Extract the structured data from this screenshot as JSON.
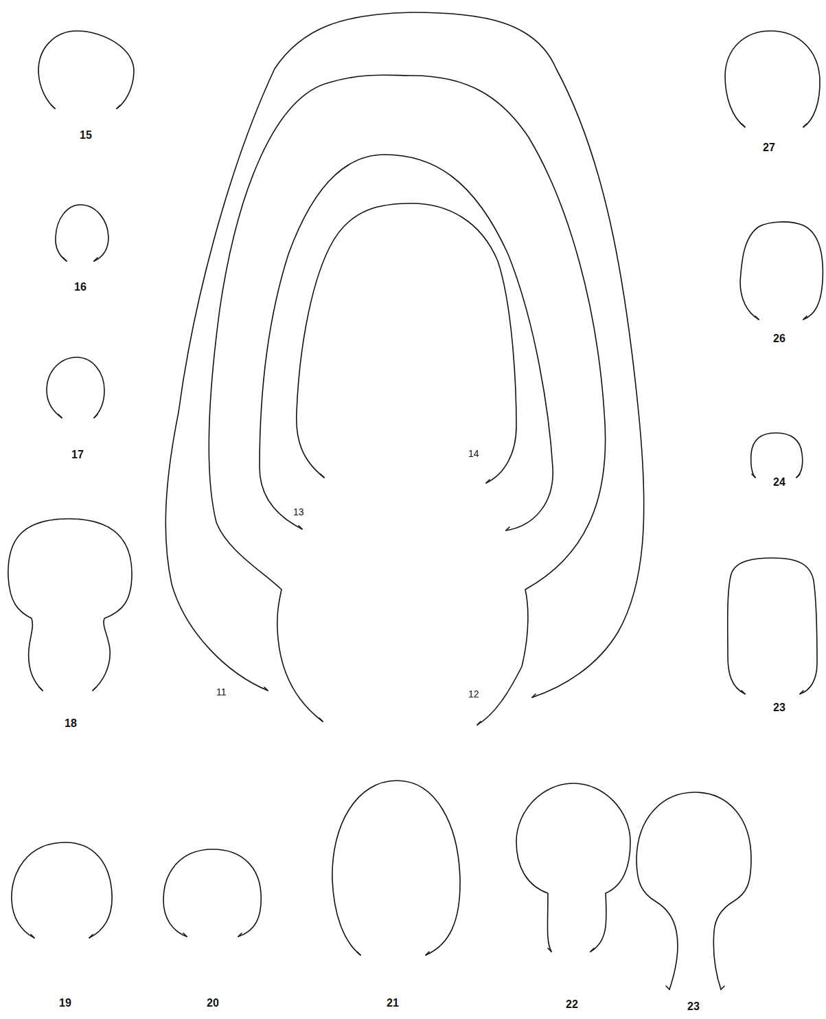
{
  "diagram": {
    "labels": [
      "15",
      "27",
      "16",
      "26",
      "17",
      "14",
      "24",
      "13",
      "18",
      "11",
      "12",
      "23",
      "19",
      "20",
      "21",
      "22",
      "23"
    ]
  }
}
